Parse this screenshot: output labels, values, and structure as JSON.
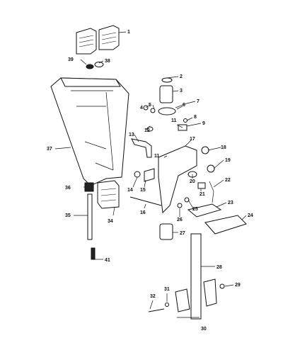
{
  "diagram": {
    "callouts": [
      "1",
      "2",
      "3",
      "4",
      "5",
      "6",
      "7",
      "8",
      "9",
      "11",
      "12",
      "11",
      "13",
      "14",
      "15",
      "16",
      "17",
      "18",
      "19",
      "20",
      "21",
      "22",
      "23",
      "24",
      "25",
      "26",
      "27",
      "28",
      "29",
      "30",
      "31",
      "32",
      "34",
      "35",
      "36",
      "37",
      "38",
      "39",
      "41"
    ]
  }
}
